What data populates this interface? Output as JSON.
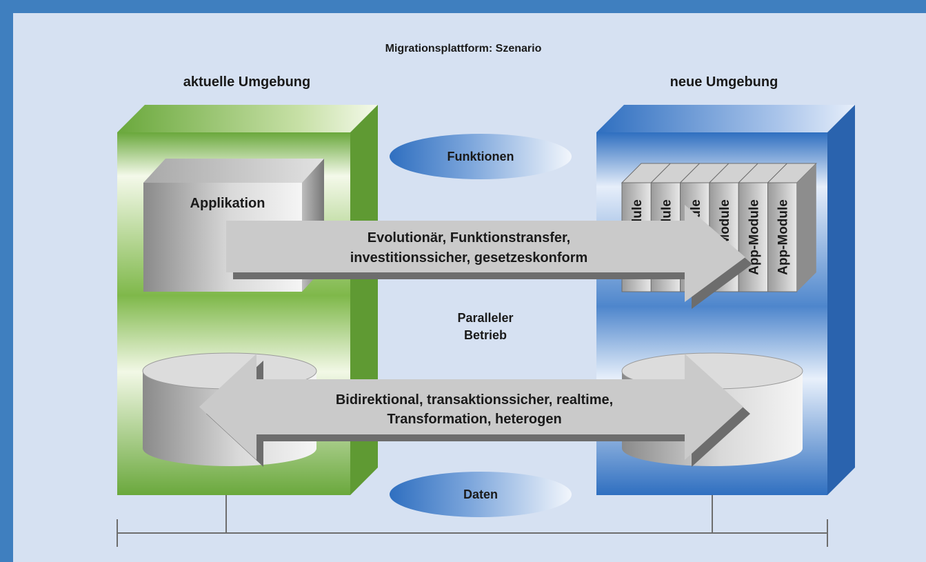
{
  "title": "Migrationsplattform: Szenario",
  "left_env": {
    "label": "aktuelle Umgebung",
    "app_label": "Applikation"
  },
  "right_env": {
    "label": "neue Umgebung",
    "modules": [
      "App-Module",
      "App-Module",
      "App-Module",
      "App-Module",
      "App-Module",
      "App-Module"
    ]
  },
  "ellipses": {
    "top": "Funktionen",
    "bottom": "Daten"
  },
  "arrow_functions": {
    "line1": "Evolutionär, Funktionstransfer,",
    "line2": "investitionssicher, gesetzeskonform"
  },
  "parallel": {
    "line1": "Paralleler",
    "line2": "Betrieb"
  },
  "arrow_data": {
    "line1": "Bidirektional, transaktionssicher, realtime,",
    "line2": "Transformation, heterogen"
  },
  "colors": {
    "frame": "#3f7fbf",
    "background": "#d6e1f2",
    "green": "#6aa83c",
    "blue": "#2f6fc0",
    "arrow": "#c8c8c8"
  }
}
